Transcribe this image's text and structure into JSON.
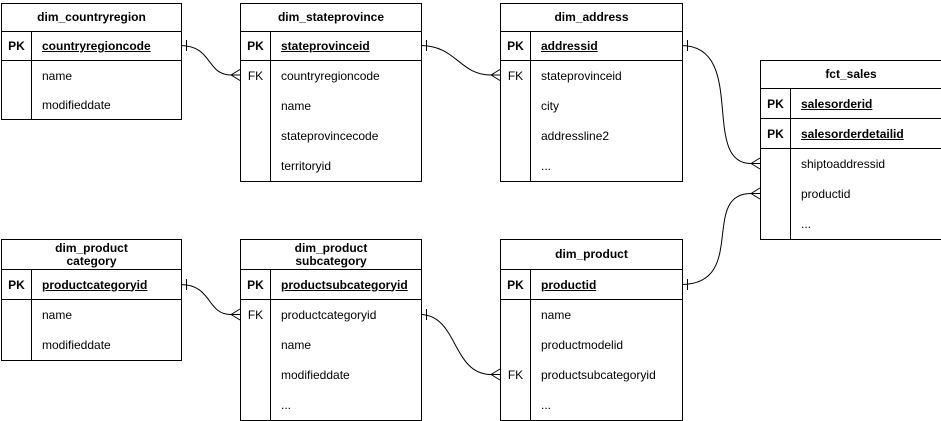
{
  "colors": {
    "line": "#000000",
    "text": "#000000",
    "background": "#ffffff"
  },
  "tables": [
    {
      "title_lines": [
        "dim_countryregion"
      ],
      "rows": [
        {
          "key": "PK",
          "field": "countryregioncode"
        },
        {
          "key": "",
          "field": "name"
        },
        {
          "key": "",
          "field": "modifieddate"
        }
      ]
    },
    {
      "title_lines": [
        "dim_stateprovince"
      ],
      "rows": [
        {
          "key": "PK",
          "field": "stateprovinceid"
        },
        {
          "key": "FK",
          "field": "countryregioncode"
        },
        {
          "key": "",
          "field": "name"
        },
        {
          "key": "",
          "field": "stateprovincecode"
        },
        {
          "key": "",
          "field": "territoryid"
        }
      ]
    },
    {
      "title_lines": [
        "dim_address"
      ],
      "rows": [
        {
          "key": "PK",
          "field": "addressid"
        },
        {
          "key": "FK",
          "field": "stateprovinceid"
        },
        {
          "key": "",
          "field": "city"
        },
        {
          "key": "",
          "field": "addressline2"
        },
        {
          "key": "",
          "field": "..."
        }
      ]
    },
    {
      "title_lines": [
        "fct_sales"
      ],
      "rows": [
        {
          "key": "PK",
          "field": "salesorderid"
        },
        {
          "key": "PK",
          "field": "salesorderdetailid"
        },
        {
          "key": "",
          "field": "shiptoaddressid"
        },
        {
          "key": "",
          "field": "productid"
        },
        {
          "key": "",
          "field": "..."
        }
      ]
    },
    {
      "title_lines": [
        "dim_product",
        "category"
      ],
      "rows": [
        {
          "key": "PK",
          "field": "productcategoryid"
        },
        {
          "key": "",
          "field": "name"
        },
        {
          "key": "",
          "field": "modifieddate"
        }
      ]
    },
    {
      "title_lines": [
        "dim_product",
        "subcategory"
      ],
      "rows": [
        {
          "key": "PK",
          "field": "productsubcategoryid"
        },
        {
          "key": "FK",
          "field": "productcategoryid"
        },
        {
          "key": "",
          "field": "name"
        },
        {
          "key": "",
          "field": "modifieddate"
        },
        {
          "key": "",
          "field": "..."
        }
      ]
    },
    {
      "title_lines": [
        "dim_product"
      ],
      "rows": [
        {
          "key": "PK",
          "field": "productid"
        },
        {
          "key": "",
          "field": "name"
        },
        {
          "key": "",
          "field": "productmodelid"
        },
        {
          "key": "FK",
          "field": "productsubcategoryid"
        },
        {
          "key": "",
          "field": "..."
        }
      ]
    }
  ],
  "relationships": [
    {
      "from_table": "dim_countryregion",
      "from_field": "countryregioncode",
      "to_table": "dim_stateprovince",
      "to_field": "countryregioncode",
      "cardinality": "one-to-many"
    },
    {
      "from_table": "dim_stateprovince",
      "from_field": "stateprovinceid",
      "to_table": "dim_address",
      "to_field": "stateprovinceid",
      "cardinality": "one-to-many"
    },
    {
      "from_table": "dim_address",
      "from_field": "addressid",
      "to_table": "fct_sales",
      "to_field": "shiptoaddressid",
      "cardinality": "one-to-many"
    },
    {
      "from_table": "dim_product",
      "from_field": "productid",
      "to_table": "fct_sales",
      "to_field": "productid",
      "cardinality": "one-to-many"
    },
    {
      "from_table": "dim_productcategory",
      "from_field": "productcategoryid",
      "to_table": "dim_productsubcategory",
      "to_field": "productcategoryid",
      "cardinality": "one-to-many"
    },
    {
      "from_table": "dim_productsubcategory",
      "from_field": "productsubcategoryid",
      "to_table": "dim_product",
      "to_field": "productsubcategoryid",
      "cardinality": "one-to-many"
    }
  ]
}
